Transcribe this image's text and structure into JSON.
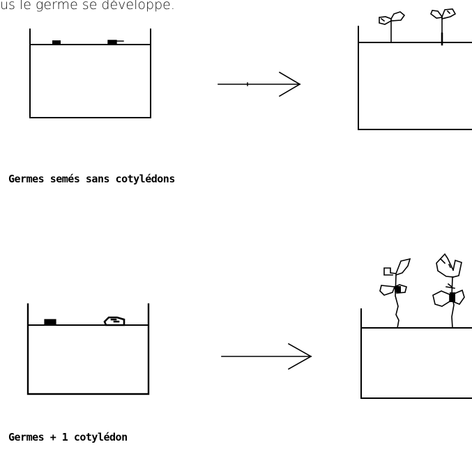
{
  "header": {
    "partial_text": "us le germe se développe."
  },
  "panels": [
    {
      "caption": "Germes semés sans cotylédons"
    },
    {
      "caption": "Germes + 1 cotylédon"
    }
  ]
}
